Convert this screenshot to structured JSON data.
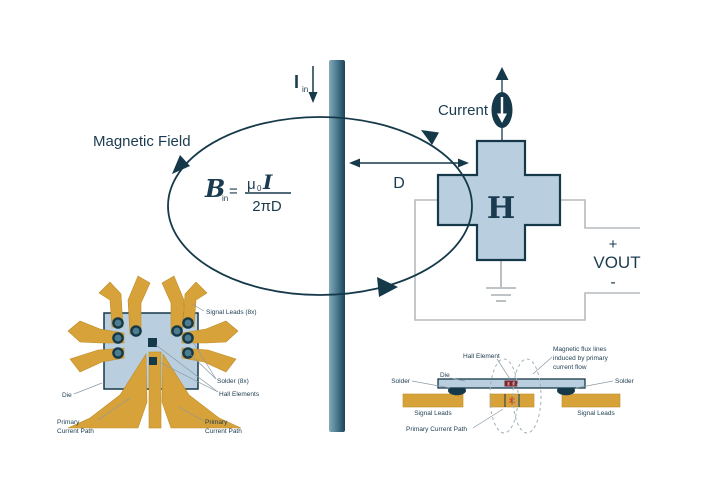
{
  "colors": {
    "navy": "#16394a",
    "light_blue": "#b9cfe0",
    "gold": "#d8a23a",
    "wire_gray": "#b5bbbd",
    "leader_gray": "#8a98a2",
    "hall_red": "#7c2630",
    "arrow_red": "#c0392b"
  },
  "diagram": {
    "magnetic_field_label": "Magnetic Field",
    "iin_base": "I",
    "iin_sub": "in",
    "formula": {
      "lhs": "B",
      "lhs_sub": "in",
      "equals": "=",
      "mu": "μ",
      "mu_sub": "0",
      "current": "I",
      "denominator": "2πD"
    },
    "current_label": "Current",
    "distance_label": "D",
    "hall_symbol": "H",
    "vout_plus": "+",
    "vout_label": "VOUT",
    "vout_minus": "-"
  },
  "package_top_view": {
    "signal_leads_label": "Signal Leads (8x)",
    "solder_label": "Solder (8x)",
    "hall_elements_label": "Hall Elements",
    "die_label": "Die",
    "primary_line1": "Primary",
    "primary_line2": "Current Path"
  },
  "cross_section_view": {
    "hall_element_label": "Hall Element",
    "flux_line1": "Magnetic flux lines",
    "flux_line2": "induced by primary",
    "flux_line3": "current flow",
    "solder_label": "Solder",
    "die_label": "Die",
    "signal_leads_label": "Signal Leads",
    "primary_current_path_label": "Primary Current Path"
  }
}
